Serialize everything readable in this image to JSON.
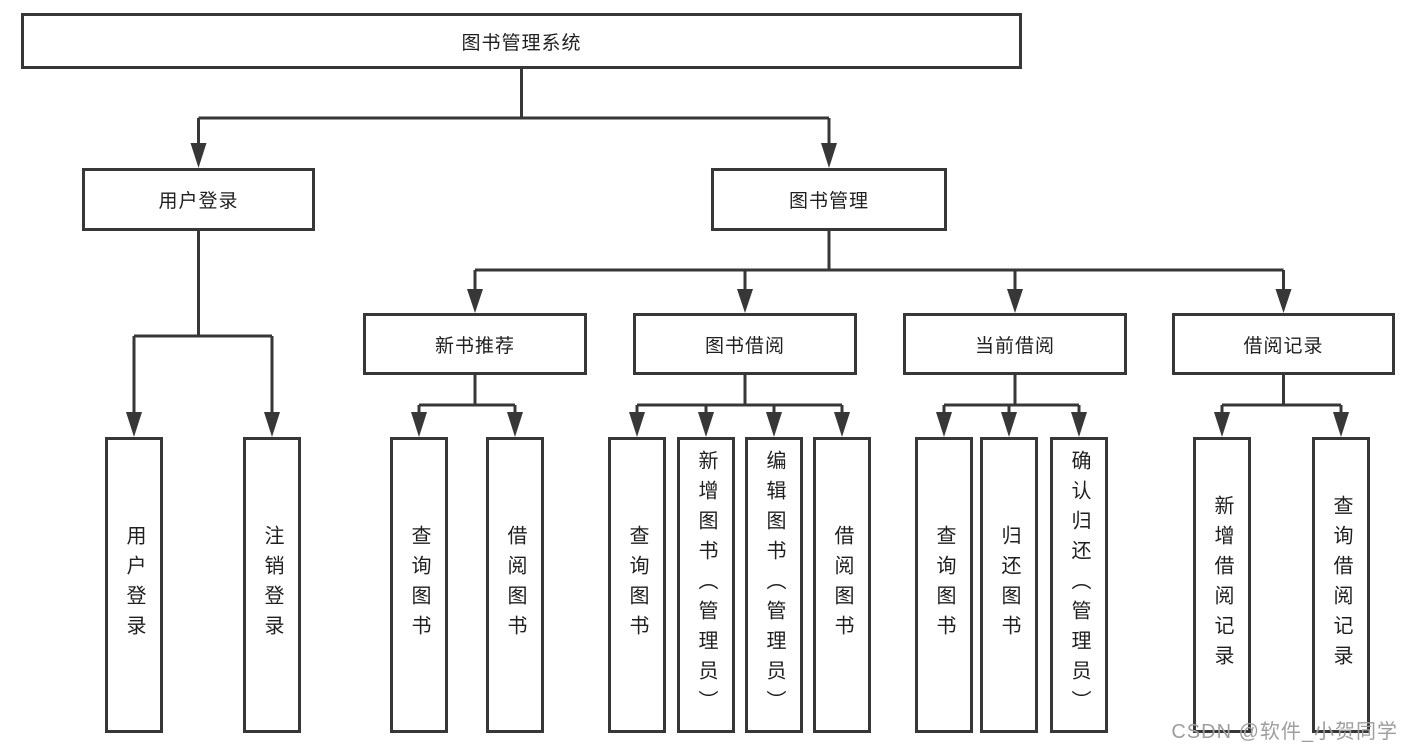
{
  "tree": {
    "root": "图书管理系统",
    "branches": [
      {
        "label": "用户登录",
        "children": [
          "用户登录",
          "注销登录"
        ]
      },
      {
        "label": "图书管理",
        "groups": [
          {
            "label": "新书推荐",
            "children": [
              "查询图书",
              "借阅图书"
            ]
          },
          {
            "label": "图书借阅",
            "children": [
              "查询图书",
              "新增图书（管理员）",
              "编辑图书（管理员）",
              "借阅图书"
            ]
          },
          {
            "label": "当前借阅",
            "children": [
              "查询图书",
              "归还图书",
              "确认归还（管理员）"
            ]
          },
          {
            "label": "借阅记录",
            "children": [
              "新增借阅记录",
              "查询借阅记录"
            ]
          }
        ]
      }
    ]
  },
  "watermark": {
    "text": "CSDN @软件_小贺同学"
  },
  "colors": {
    "line": "#373737",
    "box_border": "#373737",
    "text": "#1f1f1f",
    "watermark": "#9e9e9e",
    "background": "#ffffff"
  }
}
